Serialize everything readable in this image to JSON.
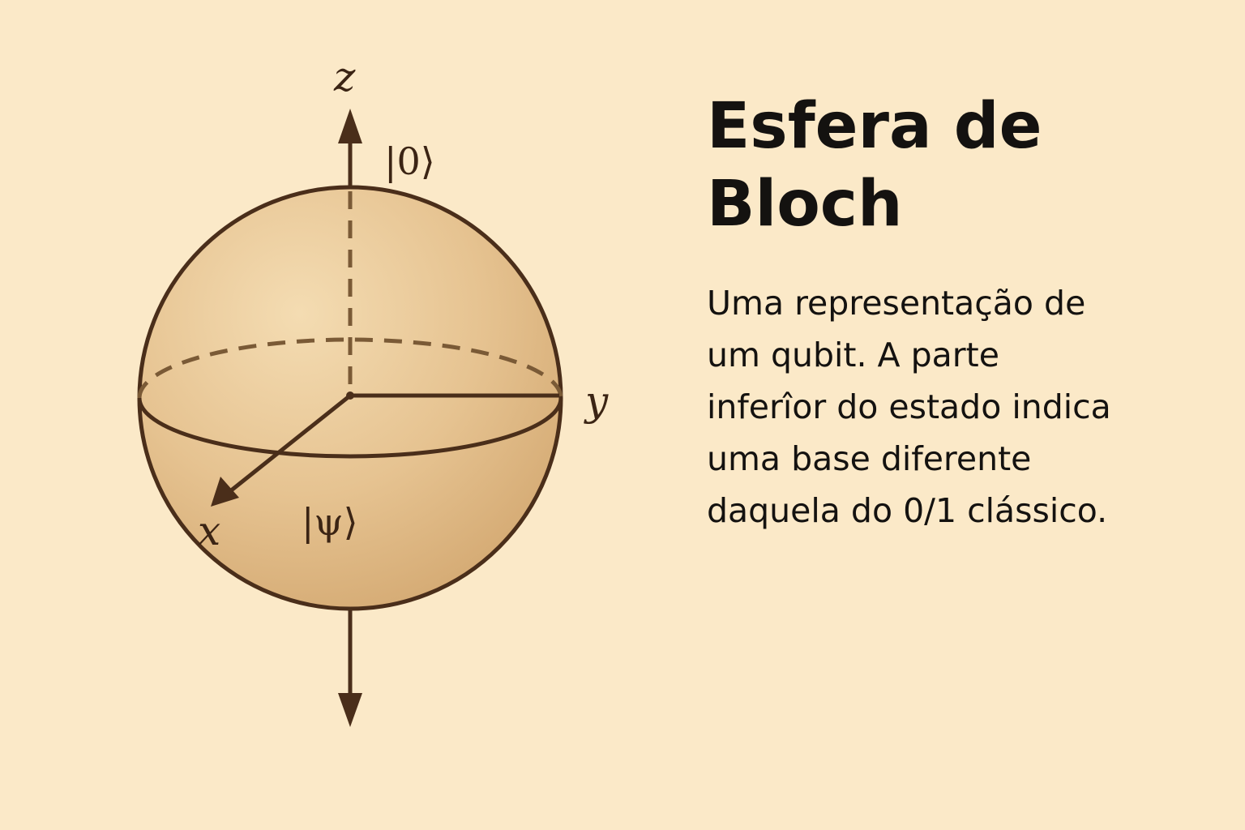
{
  "diagram": {
    "axis_labels": {
      "z": "z",
      "y": "y",
      "x": "x"
    },
    "ket_zero": "|0⟩",
    "ket_psi": "|ψ⟩"
  },
  "text": {
    "title": "Esfera de Bloch",
    "description": "Uma representação de um qubit. A parte inferîor do estado indica uma base diferente daquela do 0/1 clássico."
  },
  "colors": {
    "background": "#fbe9c8",
    "sphere_fill": "#e8c898",
    "line": "#4a2e1a",
    "text": "#141210"
  }
}
